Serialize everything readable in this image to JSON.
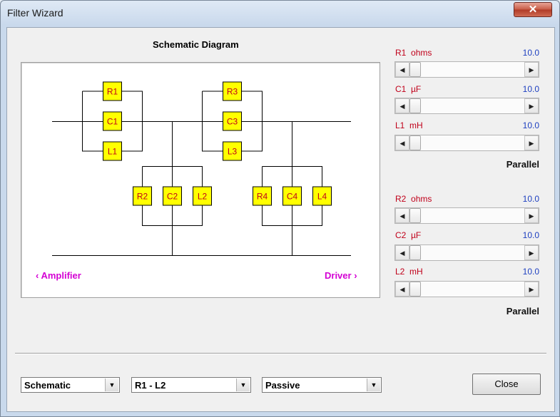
{
  "window": {
    "title": "Filter Wizard",
    "close_glyph": "✕"
  },
  "schematic": {
    "title": "Schematic Diagram",
    "components": [
      "R1",
      "C1",
      "L1",
      "R3",
      "C3",
      "L3",
      "R2",
      "C2",
      "L2",
      "R4",
      "C4",
      "L4"
    ],
    "left_link": "‹ Amplifier",
    "right_link": "Driver ›",
    "colors": {
      "component_fill": "#ffff00",
      "component_text": "#c0001a",
      "link": "#d400d4"
    }
  },
  "sliders": {
    "group1": [
      {
        "name": "R1",
        "unit": "ohms",
        "value": "10.0"
      },
      {
        "name": "C1",
        "unit": "µF",
        "value": "10.0"
      },
      {
        "name": "L1",
        "unit": "mH",
        "value": "10.0"
      }
    ],
    "group1_mode": "Parallel",
    "group2": [
      {
        "name": "R2",
        "unit": "ohms",
        "value": "10.0"
      },
      {
        "name": "C2",
        "unit": "µF",
        "value": "10.0"
      },
      {
        "name": "L2",
        "unit": "mH",
        "value": "10.0"
      }
    ],
    "group2_mode": "Parallel"
  },
  "footer": {
    "view_select": "Schematic",
    "range_select": "R1 - L2",
    "type_select": "Passive",
    "close_label": "Close"
  }
}
